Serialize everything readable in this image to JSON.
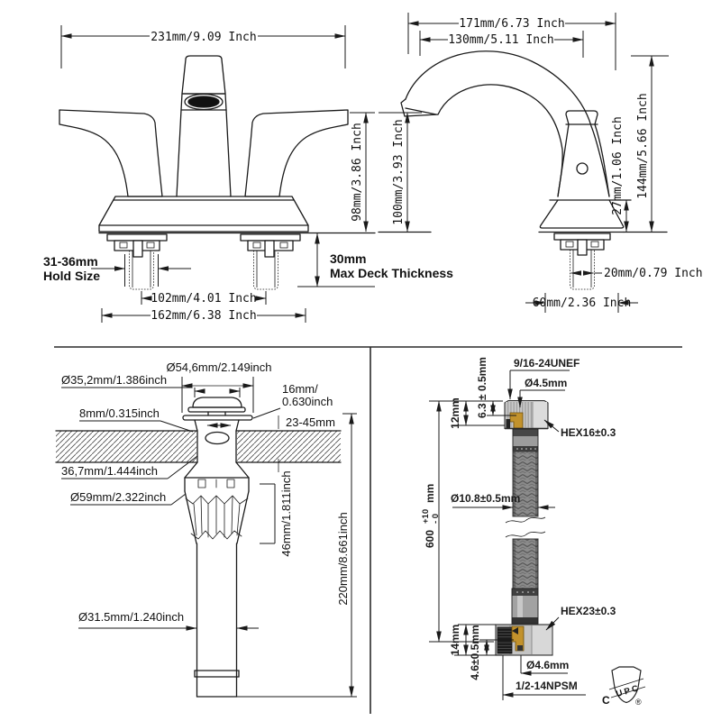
{
  "front_view": {
    "width_total": "231mm/9.09 Inch",
    "height_handle": "98mm/3.86 Inch",
    "hold_size_1": "31-36mm",
    "hold_size_2": "Hold Size",
    "hole_spacing": "102mm/4.01 Inch",
    "base_width": "162mm/6.38 Inch",
    "deck_1": "30mm",
    "deck_2": "Max Deck Thickness"
  },
  "side_view": {
    "depth_total": "171mm/6.73 Inch",
    "spout_reach": "130mm/5.11 Inch",
    "spout_height": "100mm/3.93 Inch",
    "base_height": "27mm/1.06 Inch",
    "total_height": "144mm/5.66 Inch",
    "shank_dia": "20mm/0.79 Inch",
    "base_dia": "60mm/2.36 Inch"
  },
  "drain": {
    "flange_dia": "Ø54,6mm/2.149inch",
    "cap_dia": "Ø35,2mm/1.386inch",
    "lift_1": "16mm/",
    "lift_2": "0.630inch",
    "lip_height": "8mm/0.315inch",
    "deck_range": "23-45mm",
    "body_height": "36,7mm/1.444inch",
    "nut_dia": "Ø59mm/2.322inch",
    "nut_height": "46mm/1.811inch",
    "total_height": "220mm/8.661inch",
    "tail_dia": "Ø31.5mm/1.240inch"
  },
  "hose": {
    "thread_top": "9/16-24UNEF",
    "bore_top": "Ø4.5mm",
    "nut_top_height": "12mm",
    "insert_depth_top": "6.3 ± 0.5mm",
    "hex_top": "HEX16±0.3",
    "hose_dia": "Ø10.8±0.5mm",
    "length_value": "600",
    "length_tol_plus": "+10",
    "length_tol_minus": "- 0",
    "length_unit": "mm",
    "hex_bottom": "HEX23±0.3",
    "nut_bottom_height": "14mm",
    "insert_depth_bottom": "4.6±0.5mm",
    "bore_bottom": "Ø4.6mm",
    "thread_bottom": "1/2-14NPSM",
    "cert_letters": "UPC",
    "cert_c": "C",
    "cert_r": "®"
  },
  "colors": {
    "line": "#1a1a1a",
    "brass": "#c2922c",
    "steel": "#c6c6c6",
    "hose_braid": "#8b8b8b",
    "black_fitting": "#1b1b1b"
  }
}
